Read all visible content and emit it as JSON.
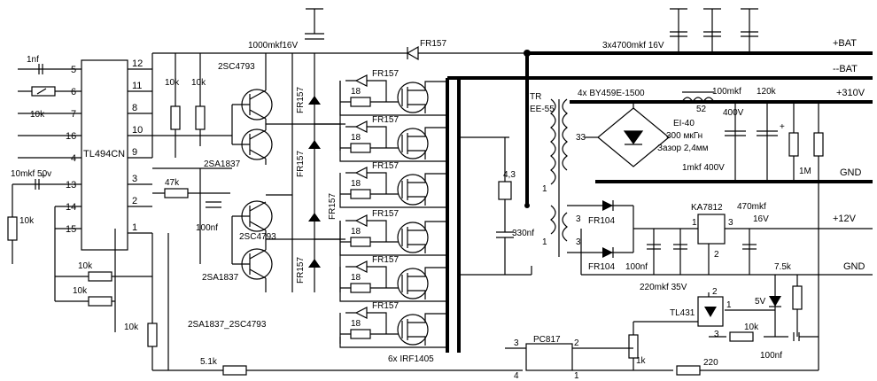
{
  "ic": {
    "name": "TL494CN",
    "pins_left": [
      "5",
      "6",
      "7",
      "16",
      "4",
      "13",
      "14",
      "15"
    ],
    "pins_right": [
      "12",
      "11",
      "8",
      "10",
      "9",
      "3",
      "2",
      "1"
    ]
  },
  "labels": {
    "c1nf": "1nf",
    "r10k_a": "10k",
    "r10k_b": "10k",
    "r10k_c": "10k",
    "c10mkf": "10mkf 50v",
    "r10k_d": "10k",
    "r10k_e": "10k",
    "r10k_f": "10k",
    "r10k_g": "10k",
    "r47k": "47k",
    "c100nf_a": "100nf",
    "r5_1k": "5.1k",
    "tr_2sc_a": "2SC4793",
    "tr_2sa_a": "2SA1837",
    "tr_2sc_b": "2SC4793",
    "tr_2sa_b": "2SA1837",
    "pair_note": "2SA1837_2SC4793",
    "c1000": "1000mkf16V",
    "fr157_top": "FR157",
    "fr157_v1": "FR157",
    "fr157_v2": "FR157",
    "fr157_v3": "FR157",
    "fr157_v4": "FR157",
    "gate_diodes": [
      "FR157",
      "FR157",
      "FR157",
      "FR157",
      "FR157",
      "FR157"
    ],
    "gate_res": [
      "18",
      "18",
      "18",
      "18",
      "18",
      "18"
    ],
    "mosfets": "6x IRF1405",
    "c3x4700": "3x4700mkf 16V",
    "bat_plus": "+BAT",
    "bat_minus": "--BAT",
    "v310": "+310V",
    "gnd1": "GND",
    "gnd2": "GND",
    "v12": "+12V",
    "tr_label": "TR",
    "tr_core": "EE-55",
    "tr_33": "33",
    "tr_1a": "1",
    "tr_1b": "1",
    "tr_3a": "3",
    "tr_3b": "3",
    "rc_43": "4,3",
    "c330": "330nf",
    "bridge": "4x BY459E-1500",
    "choke_52": "52",
    "choke_core": "EI-40",
    "choke_ind": "300 мкГн",
    "choke_gap": "Зазор 2,4мм",
    "c100mkf": "100mkf",
    "r120k": "120k",
    "v400": "400V",
    "c1mkf": "1mkf 400V",
    "r1m": "1M",
    "fr104a": "FR104",
    "fr104b": "FR104",
    "c100nf_b": "100nf",
    "c220": "220mkf 35V",
    "ka7812": "KA7812",
    "c470": "470mkf",
    "v16": "16V",
    "p1": "1",
    "p2": "2",
    "p3": "3",
    "r7_5k": "7.5k",
    "v5": "5V",
    "tl431": "TL431",
    "tl2": "2",
    "tl1": "1",
    "tl3": "3",
    "r10k_fb": "10k",
    "c100nf_c": "100nf",
    "pc817": "PC817",
    "pc3": "3",
    "pc2": "2",
    "pc4": "4",
    "pc1": "1",
    "r1k": "1k",
    "r220": "220"
  }
}
